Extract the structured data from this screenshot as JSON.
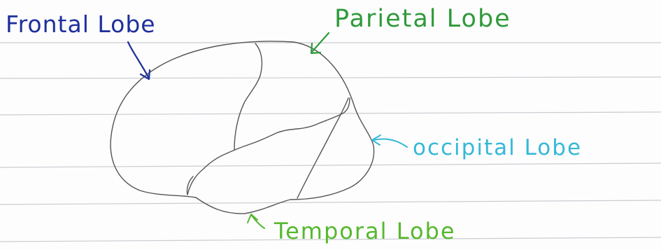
{
  "labels": {
    "frontal": {
      "text": "Frontal Lobe",
      "color": "#1e2f9c"
    },
    "parietal": {
      "text": "Parietal Lobe",
      "color": "#2f9a3a"
    },
    "occipital": {
      "text": "occipital Lobe",
      "color": "#36b8d8"
    },
    "temporal": {
      "text": "Temporal Lobe",
      "color": "#55b82e"
    }
  },
  "colors": {
    "paper": "#fdfdfd",
    "rule_line": "#c9ccd2",
    "pencil": "#555555"
  }
}
